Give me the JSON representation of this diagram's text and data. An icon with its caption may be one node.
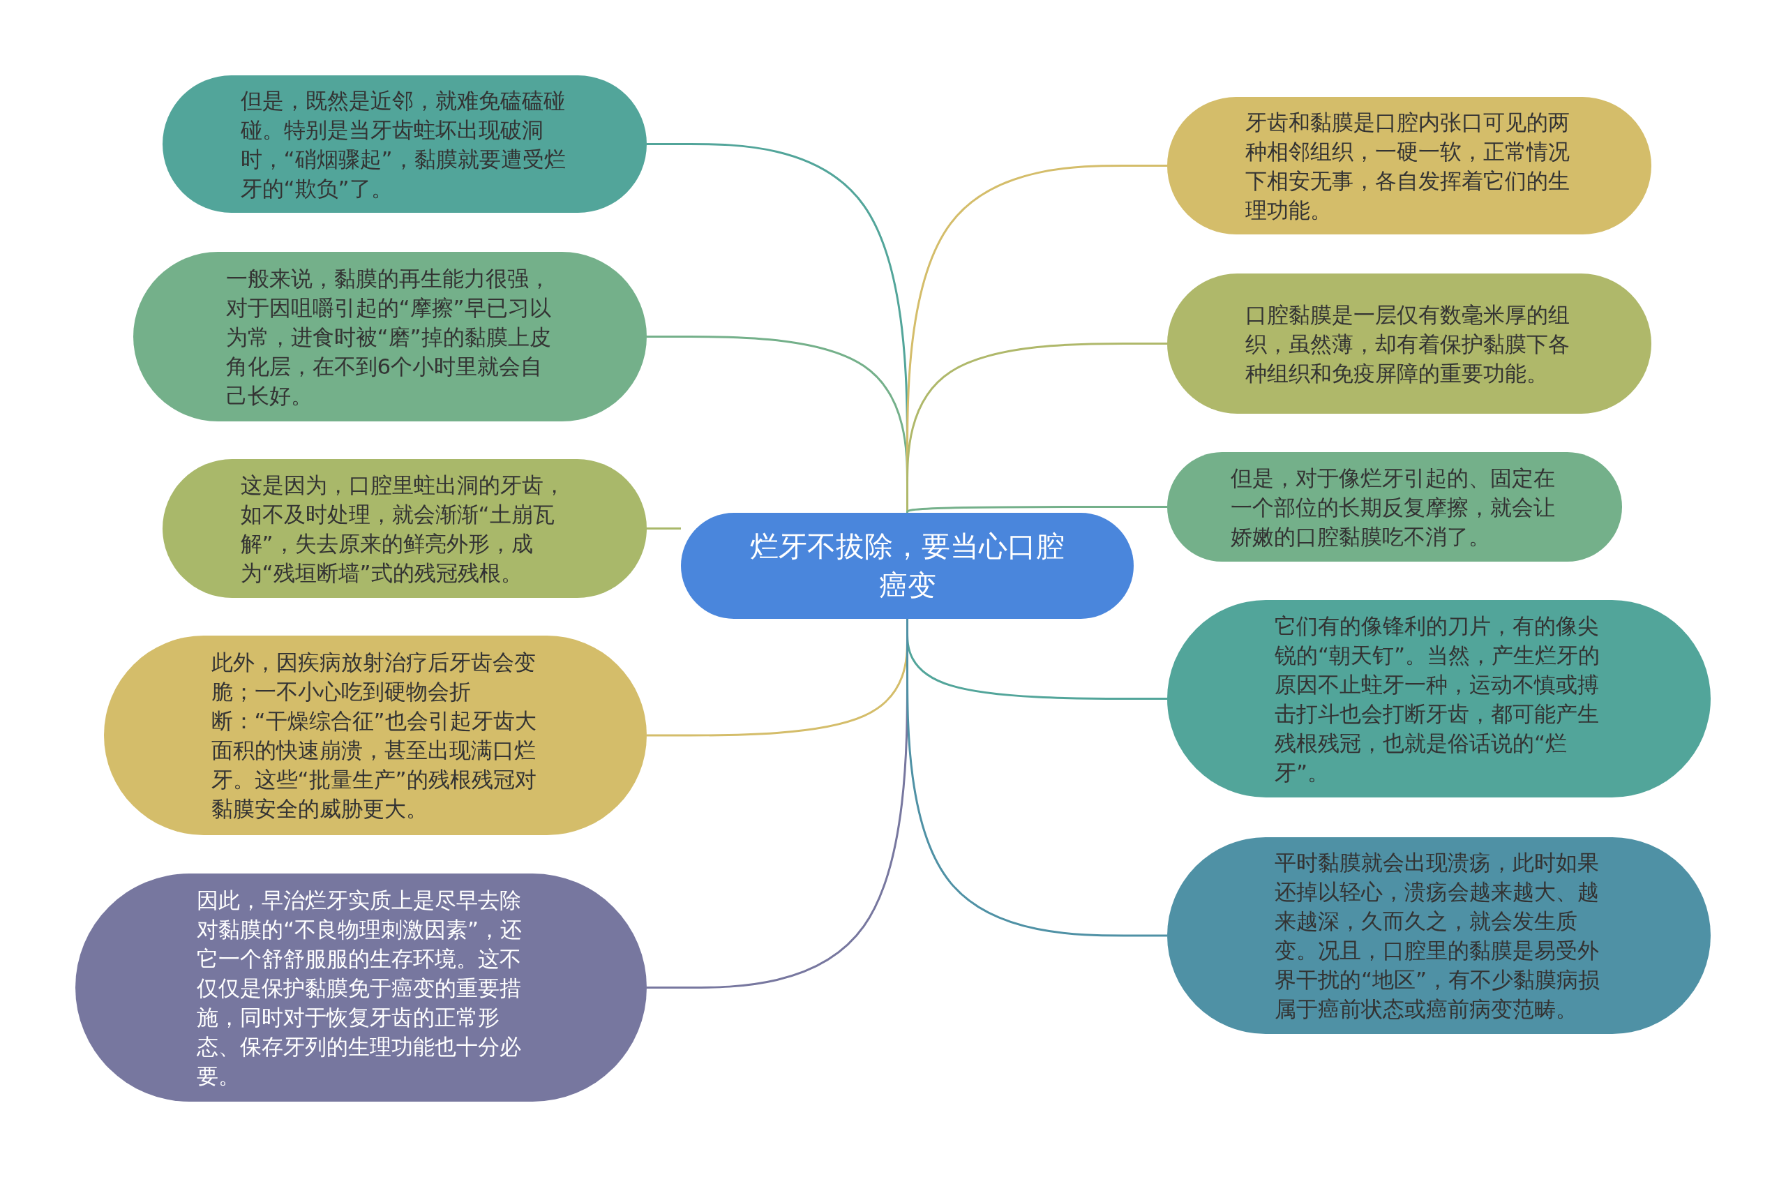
{
  "diagram": {
    "nodes": [
      {
        "text": [
          "烂牙不拔除，要当心口腔癌变"
        ]
      },
      {
        "text": [
          "但是，既然是近邻，就难免磕磕碰碰。特别是当牙齿蛀坏出现破洞时，“硝烟骤起”，黏膜就要遭受烂牙的“欺负”了。"
        ]
      },
      {
        "text": [
          "一般来说，黏膜的再生能力很强，对于因咀嚼引起的“摩擦”早已习以为常，进食时被“磨”掉的黏膜上皮角化层，在不到6个小时里就会自己长好。"
        ]
      },
      {
        "text": [
          "这是因为，口腔里蛀出洞的牙齿，如不及时处理，就会渐渐“土崩瓦解”，失去原来的鲜亮外形，成为“残垣断墙”式的残冠残根。"
        ]
      },
      {
        "text": [
          "此外，因疾病放射治疗后牙齿会变脆；一不小心吃到硬物会折断：“干燥综合征”也会引起牙齿大面积的快速崩溃，甚至出现满口烂牙。这些“批量生产”的残根残冠对黏膜安全的威胁更大。"
        ]
      },
      {
        "text": [
          "因此，早治烂牙实质上是尽早去除对黏膜的“不良物理刺激因素”，还它一个舒舒服服的生存环境。这不仅仅是保护黏膜免于癌变的重要措施，同时对于恢复牙齿的正常形态、保存牙列的生理功能也十分必要。"
        ]
      },
      {
        "text": [
          "牙齿和黏膜是口腔内张口可见的两种相邻组织，一硬一软，正常情况下相安无事，各自发挥着它们的生理功能。"
        ]
      },
      {
        "text": [
          "口腔黏膜是一层仅有数毫米厚的组织，虽然薄，却有着保护黏膜下各种组织和免疫屏障的重要功能。"
        ]
      },
      {
        "text": [
          "但是，对于像烂牙引起的、固定在一个部位的长期反复摩擦，就会让娇嫩的口腔黏膜吃不消了。"
        ]
      },
      {
        "text": [
          "它们有的像锋利的刀片，有的像尖锐的“朝天钉”。当然，产生烂牙的原因不止蛀牙一种，运动不慎或搏击打斗也会打断牙齿，都可能产生残根残冠，也就是俗话说的“烂牙”。"
        ]
      },
      {
        "text": [
          "平时黏膜就会出现溃疡，此时如果还掉以轻心，溃疡会越来越大、越来越深，久而久之，就会发生质变。况且，口腔里的黏膜是易受外界干扰的“地区”，有不少黏膜病损属于癌前状态或癌前病变范畴。"
        ]
      }
    ],
    "edges": [
      {
        "from": 0,
        "to": 1,
        "arrow": "none",
        "color": "#52a59a"
      },
      {
        "from": 0,
        "to": 2,
        "arrow": "none",
        "color": "#74b08a"
      },
      {
        "from": 0,
        "to": 3,
        "arrow": "none",
        "color": "#a9b86a"
      },
      {
        "from": 0,
        "to": 4,
        "arrow": "none",
        "color": "#d4bd6a"
      },
      {
        "from": 0,
        "to": 5,
        "arrow": "none",
        "color": "#77779f"
      },
      {
        "from": 0,
        "to": 6,
        "arrow": "none",
        "color": "#d4bd6a"
      },
      {
        "from": 0,
        "to": 7,
        "arrow": "none",
        "color": "#afb86a"
      },
      {
        "from": 0,
        "to": 8,
        "arrow": "none",
        "color": "#74b08a"
      },
      {
        "from": 0,
        "to": 9,
        "arrow": "none",
        "color": "#52a59a"
      },
      {
        "from": 0,
        "to": 10,
        "arrow": "none",
        "color": "#4f91a5"
      }
    ]
  }
}
